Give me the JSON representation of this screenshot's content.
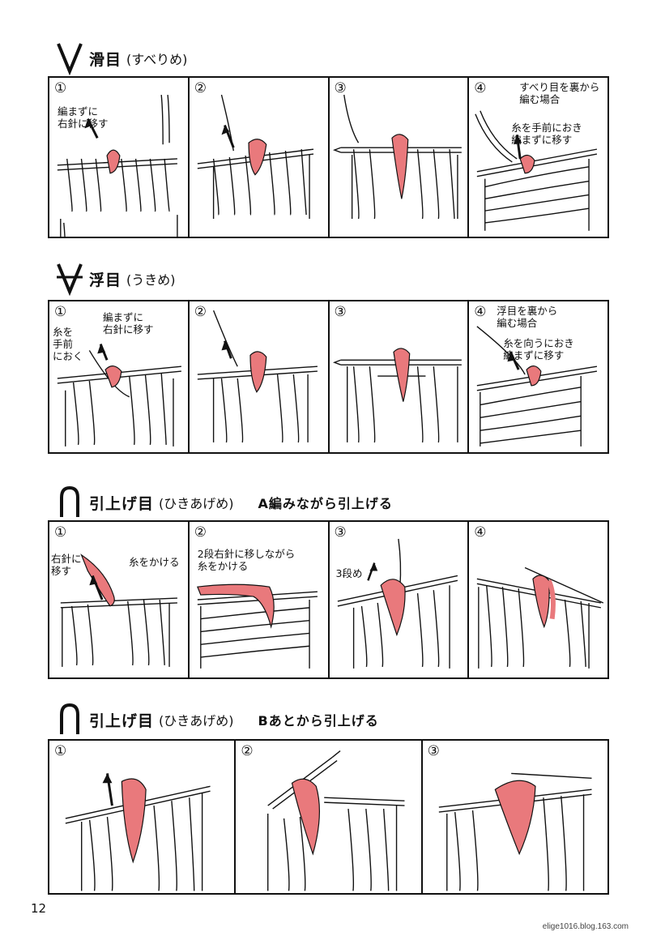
{
  "sections": [
    {
      "title": "滑目",
      "reading": "(すべりめ)",
      "sub": "",
      "symbol_icon": "slip-stitch-symbol-v",
      "panels": [
        {
          "num": "①",
          "notes": [
            "編まずに\n右針に移す"
          ]
        },
        {
          "num": "②",
          "notes": []
        },
        {
          "num": "③",
          "notes": []
        },
        {
          "num": "④",
          "notes": [
            "すべり目を裏から\n編む場合",
            "糸を手前におき\n編まずに移す"
          ]
        }
      ]
    },
    {
      "title": "浮目",
      "reading": "(うきめ)",
      "sub": "",
      "symbol_icon": "float-stitch-symbol-v-bar",
      "panels": [
        {
          "num": "①",
          "notes": [
            "編まずに\n右針に移す",
            "糸を\n手前\nにおく"
          ]
        },
        {
          "num": "②",
          "notes": []
        },
        {
          "num": "③",
          "notes": []
        },
        {
          "num": "④",
          "notes": [
            "浮目を裏から\n編む場合",
            "糸を向うにおき\n編まずに移す"
          ]
        }
      ]
    },
    {
      "title": "引上げ目",
      "reading": "(ひきあげめ)",
      "sub": "A編みながら引上げる",
      "symbol_icon": "pull-up-stitch-symbol-arch",
      "panels": [
        {
          "num": "①",
          "notes": [
            "右針に\n移す",
            "糸をかける"
          ]
        },
        {
          "num": "②",
          "notes": [
            "2段右針に移しながら\n糸をかける"
          ]
        },
        {
          "num": "③",
          "notes": [
            "3段め"
          ]
        },
        {
          "num": "④",
          "notes": []
        }
      ]
    },
    {
      "title": "引上げ目",
      "reading": "(ひきあげめ)",
      "sub": "Bあとから引上げる",
      "symbol_icon": "pull-up-stitch-symbol-arch",
      "panels": [
        {
          "num": "①",
          "notes": []
        },
        {
          "num": "②",
          "notes": []
        },
        {
          "num": "③",
          "notes": []
        }
      ]
    }
  ],
  "page_number": "12",
  "source_tag": "elige1016.blog.163.com",
  "colors": {
    "yarn": "#e9797c",
    "ink": "#111111"
  }
}
